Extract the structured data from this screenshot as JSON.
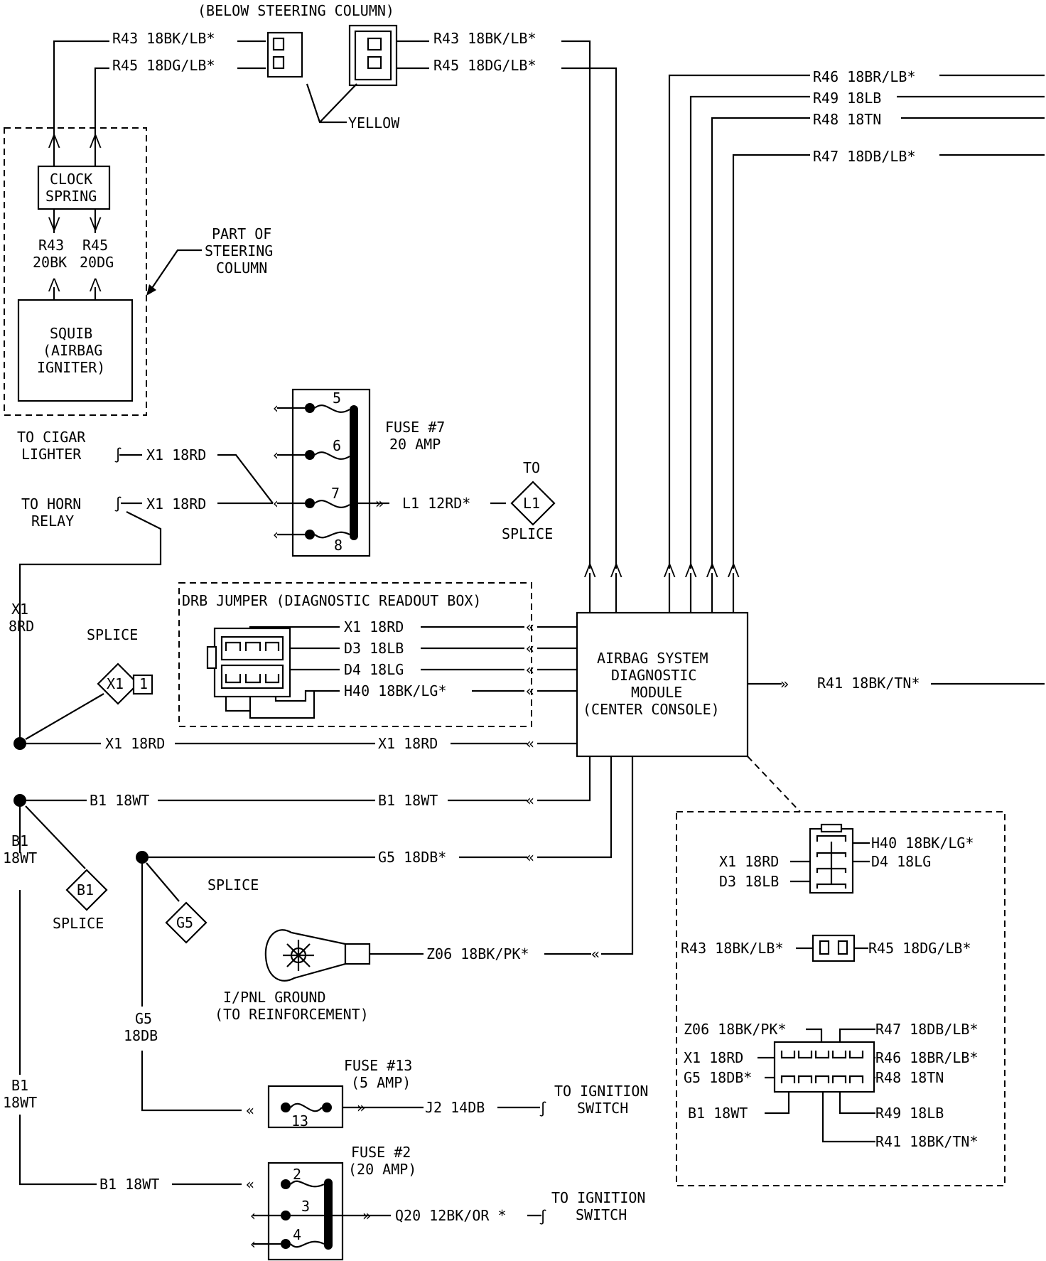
{
  "header": {
    "steering_column_note": "(BELOW STEERING COLUMN)",
    "yellow_label": "YELLOW"
  },
  "steering": {
    "wire_r43": "R43 18BK/LB*",
    "wire_r45": "R45 18DG/LB*",
    "clock_spring_l1": "CLOCK",
    "clock_spring_l2": "SPRING",
    "r43_code": "R43",
    "r43_gauge": "20BK",
    "r45_code": "R45",
    "r45_gauge": "20DG",
    "part_of_l1": "PART OF",
    "part_of_l2": "STEERING",
    "part_of_l3": "COLUMN",
    "squib_l1": "SQUIB",
    "squib_l2": "(AIRBAG",
    "squib_l3": "IGNITER)"
  },
  "right_wires": {
    "r46": "R46 18BR/LB*",
    "r49": "R49 18LB",
    "r48": "R48 18TN",
    "r47": "R47 18DB/LB*",
    "r41": "R41 18BK/TN*"
  },
  "fuse7": {
    "pin5": "5",
    "pin6": "6",
    "pin7": "7",
    "pin8": "8",
    "title_l1": "FUSE #7",
    "title_l2": "20 AMP",
    "l1_wire": "L1 12RD*",
    "to_label": "TO",
    "l1_splice_id": "L1",
    "splice_label": "SPLICE"
  },
  "left": {
    "cigar_l1": "TO CIGAR",
    "cigar_l2": "LIGHTER",
    "cigar_wire": "X1 18RD",
    "horn_l1": "TO HORN",
    "horn_l2": "RELAY",
    "horn_wire": "X1 18RD",
    "x1_code": "X1",
    "x1_gauge": "8RD",
    "splice_label": "SPLICE",
    "x1_splice_id": "X1",
    "x1_splice_num": "1",
    "x1_bottom_left": "X1 18RD",
    "x1_bottom_right": "X1 18RD"
  },
  "drb": {
    "title": "DRB JUMPER (DIAGNOSTIC READOUT BOX)",
    "x1": "X1 18RD",
    "d3": "D3 18LB",
    "d4": "D4 18LG",
    "h40": "H40 18BK/LG*"
  },
  "module": {
    "l1": "AIRBAG SYSTEM",
    "l2": "DIAGNOSTIC",
    "l3": "MODULE",
    "l4": "(CENTER CONSOLE)"
  },
  "b1": {
    "wire_left": "B1 18WT",
    "wire_right": "B1 18WT",
    "code": "B1",
    "gauge": "18WT",
    "splice_id": "B1",
    "splice_label": "SPLICE",
    "code2": "B1",
    "gauge2": "18WT",
    "fuse2_wire": "B1 18WT"
  },
  "g5": {
    "wire": "G5 18DB*",
    "splice_label": "SPLICE",
    "splice_id": "G5",
    "code": "G5",
    "gauge": "18DB"
  },
  "ground": {
    "wire": "Z06 18BK/PK*",
    "l1": "I/PNL GROUND",
    "l2": "(TO REINFORCEMENT)"
  },
  "fuse13": {
    "title_l1": "FUSE #13",
    "title_l2": "(5 AMP)",
    "pin": "13",
    "wire": "J2 14DB",
    "to_l1": "TO IGNITION",
    "to_l2": "SWITCH"
  },
  "fuse2": {
    "title_l1": "FUSE #2",
    "title_l2": "(20 AMP)",
    "pin2": "2",
    "pin3": "3",
    "pin4": "4",
    "wire": "Q20 12BK/OR *",
    "to_l1": "TO IGNITION",
    "to_l2": "SWITCH"
  },
  "inset": {
    "h40": "H40 18BK/LG*",
    "x1": "X1 18RD",
    "d4": "D4 18LG",
    "d3": "D3 18LB",
    "r43": "R43 18BK/LB*",
    "r45": "R45 18DG/LB*",
    "z06": "Z06 18BK/PK*",
    "r47": "R47 18DB/LB*",
    "x1b": "X1 18RD",
    "r46": "R46 18BR/LB*",
    "g5": "G5 18DB*",
    "r48": "R48 18TN",
    "b1": "B1 18WT",
    "r49": "R49 18LB",
    "r41": "R41 18BK/TN*"
  }
}
